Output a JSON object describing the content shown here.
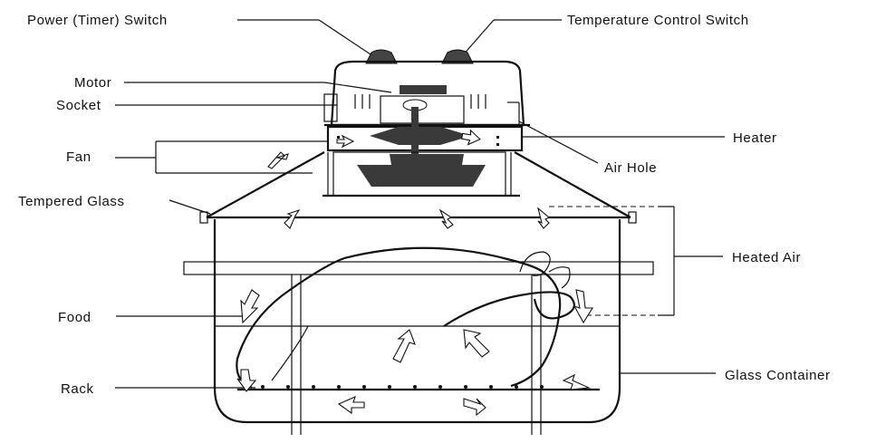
{
  "labels": {
    "power_switch": "Power (Timer) Switch",
    "temperature_switch": "Temperature Control Switch",
    "motor": "Motor",
    "socket": "Socket",
    "fan": "Fan",
    "heater": "Heater",
    "air_hole": "Air Hole",
    "tempered_glass": "Tempered Glass",
    "heated_air": "Heated Air",
    "food": "Food",
    "rack": "Rack",
    "glass_container": "Glass Container"
  }
}
